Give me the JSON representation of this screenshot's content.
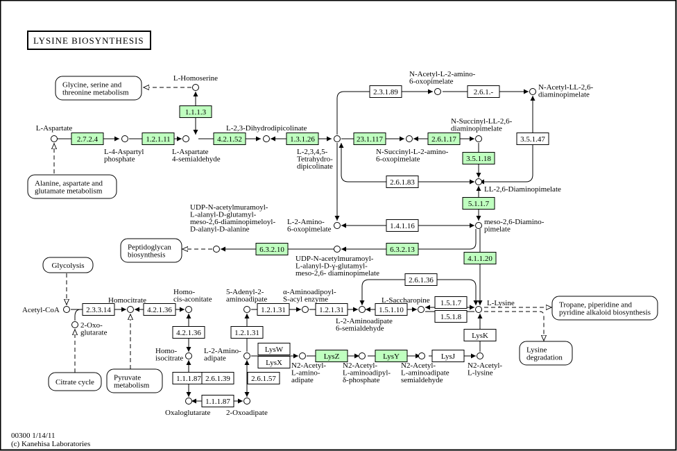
{
  "title": "LYSINE BIOSYNTHESIS",
  "footer": {
    "map_id_date": "00300 1/14/11",
    "copyright": "(c) Kanehisa Laboratories"
  },
  "colors": {
    "enzyme_found": "#bfffbf",
    "enzyme_default": "#ffffff",
    "line": "#000000"
  },
  "map_links": [
    {
      "id": "gly",
      "lines": [
        "Glycine, serine and",
        "threonine metabolism"
      ]
    },
    {
      "id": "ala",
      "lines": [
        "Alanine, aspartate and",
        "glutamate metabolism"
      ]
    },
    {
      "id": "pep",
      "lines": [
        "Peptidoglycan",
        "biosynthesis"
      ]
    },
    {
      "id": "glyco",
      "lines": [
        "Glycolysis"
      ]
    },
    {
      "id": "cit",
      "lines": [
        "Citrate cycle"
      ]
    },
    {
      "id": "pyr",
      "lines": [
        "Pyruvate",
        "metabolism"
      ]
    },
    {
      "id": "trop",
      "lines": [
        "Tropane, piperidine and",
        "pyridine alkaloid biosynthesis"
      ]
    },
    {
      "id": "lysdeg",
      "lines": [
        "Lysine",
        "degradation"
      ]
    }
  ],
  "enzymes": [
    {
      "id": "e1113",
      "label": "1.1.1.3",
      "found": true
    },
    {
      "id": "e2724",
      "label": "2.7.2.4",
      "found": true
    },
    {
      "id": "e12111",
      "label": "1.2.1.11",
      "found": true
    },
    {
      "id": "e42152",
      "label": "4.2.1.52",
      "found": true
    },
    {
      "id": "e13126",
      "label": "1.3.1.26",
      "found": true
    },
    {
      "id": "e231117",
      "label": "23.1.117",
      "found": true
    },
    {
      "id": "e26117",
      "label": "2.6.1.17",
      "found": true
    },
    {
      "id": "e23189",
      "label": "2.3.1.89",
      "found": false
    },
    {
      "id": "e261x",
      "label": "2.6.1.-",
      "found": false
    },
    {
      "id": "e35118",
      "label": "3.5.1.18",
      "found": true
    },
    {
      "id": "e35147",
      "label": "3.5.1.47",
      "found": false
    },
    {
      "id": "e26183",
      "label": "2.6.1.83",
      "found": false
    },
    {
      "id": "e5117",
      "label": "5.1.1.7",
      "found": true
    },
    {
      "id": "e14116",
      "label": "1.4.1.16",
      "found": false
    },
    {
      "id": "e63213",
      "label": "6.3.2.13",
      "found": true
    },
    {
      "id": "e63210",
      "label": "6.3.2.10",
      "found": true
    },
    {
      "id": "e41120",
      "label": "4.1.1.20",
      "found": true
    },
    {
      "id": "e26136",
      "label": "2.6.1.36",
      "found": false
    },
    {
      "id": "e23314",
      "label": "2.3.3.14",
      "found": false
    },
    {
      "id": "e42136a",
      "label": "4.2.1.36",
      "found": false
    },
    {
      "id": "e42136b",
      "label": "4.2.1.36",
      "found": false
    },
    {
      "id": "e11187a",
      "label": "1.1.1.87",
      "found": false
    },
    {
      "id": "e11187b",
      "label": "1.1.1.87",
      "found": false
    },
    {
      "id": "e12131a",
      "label": "1.2.1.31",
      "found": false
    },
    {
      "id": "e12131b",
      "label": "1.2.1.31",
      "found": false
    },
    {
      "id": "e12131c",
      "label": "1.2.1.31",
      "found": false
    },
    {
      "id": "e26139",
      "label": "2.6.1.39",
      "found": false
    },
    {
      "id": "e26157",
      "label": "2.6.1.57",
      "found": false
    },
    {
      "id": "e15110",
      "label": "1.5.1.10",
      "found": false
    },
    {
      "id": "e1517",
      "label": "1.5.1.7",
      "found": false
    },
    {
      "id": "e1518",
      "label": "1.5.1.8",
      "found": false
    },
    {
      "id": "lysw",
      "label": "LysW",
      "found": false
    },
    {
      "id": "lysx",
      "label": "LysX",
      "found": false
    },
    {
      "id": "lysz",
      "label": "LysZ",
      "found": true
    },
    {
      "id": "lysy",
      "label": "LysY",
      "found": true
    },
    {
      "id": "lysj",
      "label": "LysJ",
      "found": false
    },
    {
      "id": "lysk",
      "label": "LysK",
      "found": false
    }
  ],
  "compounds": [
    {
      "id": "hser",
      "lines": [
        "L-Homoserine"
      ]
    },
    {
      "id": "asp",
      "lines": [
        "L-Aspartate"
      ]
    },
    {
      "id": "asp4p",
      "lines": [
        "L-4-Aspartyl",
        "phosphate"
      ]
    },
    {
      "id": "aspsa",
      "lines": [
        "L-Aspartate",
        "4-semialdehyde"
      ]
    },
    {
      "id": "dhdp",
      "lines": [
        "L-2,3-Dihydrodipicolinate"
      ]
    },
    {
      "id": "thdp",
      "lines": [
        "L-2,3,4,5-",
        "Tetrahydro-",
        "dipicolinate"
      ]
    },
    {
      "id": "nsucc2a6o",
      "lines": [
        "N-Succinyl-L-2-amino-",
        "6-oxopimelate"
      ]
    },
    {
      "id": "nacetyl2a6o",
      "lines": [
        "N-Acetyl-L-2-amino-",
        "6-oxopimelate"
      ]
    },
    {
      "id": "nacetylll",
      "lines": [
        "N-Acetyl-LL-2,6-",
        "diaminopimelate"
      ]
    },
    {
      "id": "nsuccll",
      "lines": [
        "N-Succinyl-LL-2,6-",
        "diaminopimelate"
      ]
    },
    {
      "id": "lldap",
      "lines": [
        "LL-2,6-Diaminopimelate"
      ]
    },
    {
      "id": "mesodap",
      "lines": [
        "meso-2,6-Diamino-",
        "pimelate"
      ]
    },
    {
      "id": "l2a6o",
      "lines": [
        "L-2-Amino-",
        "6-oxopimelate"
      ]
    },
    {
      "id": "udpmur1",
      "lines": [
        "UDP-N-acetylmuramoyl-",
        "L-alanyl-D-glutamyl-",
        "meso-2,6-diaminopimeloyl-",
        "D-alanyl-D-alanine"
      ]
    },
    {
      "id": "udpmur2",
      "lines": [
        "UDP-N-acetylmuramoyl-",
        "L-alanyl-D-γ-glutamyl-",
        "meso-2,6- diaminopimelate"
      ]
    },
    {
      "id": "acoa",
      "lines": [
        "Acetyl-CoA"
      ]
    },
    {
      "id": "oxoglu",
      "lines": [
        "2-Oxo-",
        "glutarate"
      ]
    },
    {
      "id": "homocit",
      "lines": [
        "Homocitrate"
      ]
    },
    {
      "id": "homocisacon",
      "lines": [
        "Homo-",
        "cis-aconitate"
      ]
    },
    {
      "id": "homoisocit",
      "lines": [
        "Homo-",
        "isocitrate"
      ]
    },
    {
      "id": "oxalglu",
      "lines": [
        "Oxaloglutarate"
      ]
    },
    {
      "id": "oxoadip",
      "lines": [
        "2-Oxoadipate"
      ]
    },
    {
      "id": "l2aadip",
      "lines": [
        "L-2-Amino-",
        "adipate"
      ]
    },
    {
      "id": "adenyl",
      "lines": [
        "5-Adenyl-2-",
        "aminoadipate"
      ]
    },
    {
      "id": "aaacyl",
      "lines": [
        "α-Aminoadipoyl-",
        "S-acyl enzyme"
      ]
    },
    {
      "id": "l2aasa",
      "lines": [
        "L-2-Aminoadipate",
        "6-semialdehyde"
      ]
    },
    {
      "id": "sacch",
      "lines": [
        "L-Saccharopine"
      ]
    },
    {
      "id": "lys",
      "lines": [
        "L-Lysine"
      ]
    },
    {
      "id": "n2ac_aadip",
      "lines": [
        "N2-Acetyl-",
        "L-amino-",
        "adipate"
      ]
    },
    {
      "id": "n2ac_aadipp",
      "lines": [
        "N2-Acetyl-",
        "L-aminoadipyl-",
        "δ-phosphate"
      ]
    },
    {
      "id": "n2ac_aasa",
      "lines": [
        "N2-Acetyl-",
        "L-aminoadipate",
        "semialdehyde"
      ]
    },
    {
      "id": "n2ac_lys",
      "lines": [
        "N2-Acetyl-",
        "L-lysine"
      ]
    }
  ]
}
